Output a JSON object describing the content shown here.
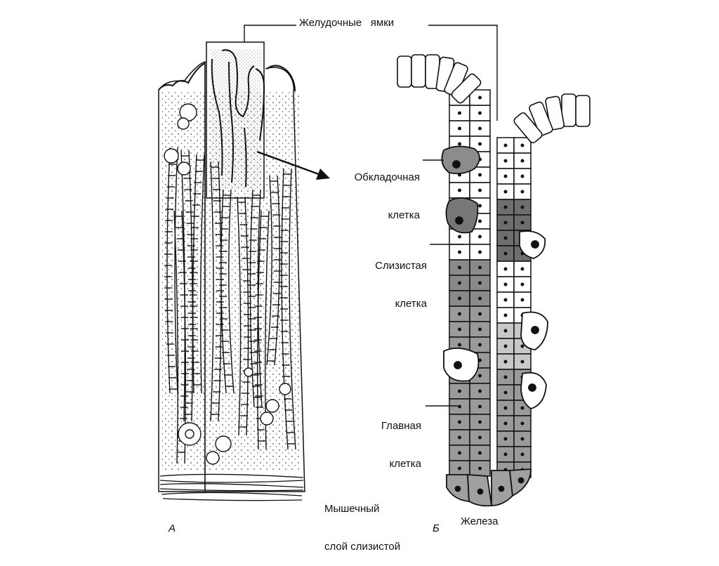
{
  "labels": {
    "gastric_pits": "Желудочные   ямки",
    "parietal_cell_line1": "Обкладочная",
    "parietal_cell_line2": "клетка",
    "mucous_cell_line1": "Слизистая",
    "mucous_cell_line2": "клетка",
    "chief_cell_line1": "Главная",
    "chief_cell_line2": "клетка",
    "muscularis_line1": "Мышечный",
    "muscularis_line2": "слой слизистой",
    "gland": "Железа"
  },
  "panels": {
    "a": "А",
    "b": "Б"
  },
  "colors": {
    "ink": "#111111",
    "light_cell": "#ffffff",
    "chief_cell": "#9a9a9a",
    "dark_cell": "#6e6e6e"
  }
}
